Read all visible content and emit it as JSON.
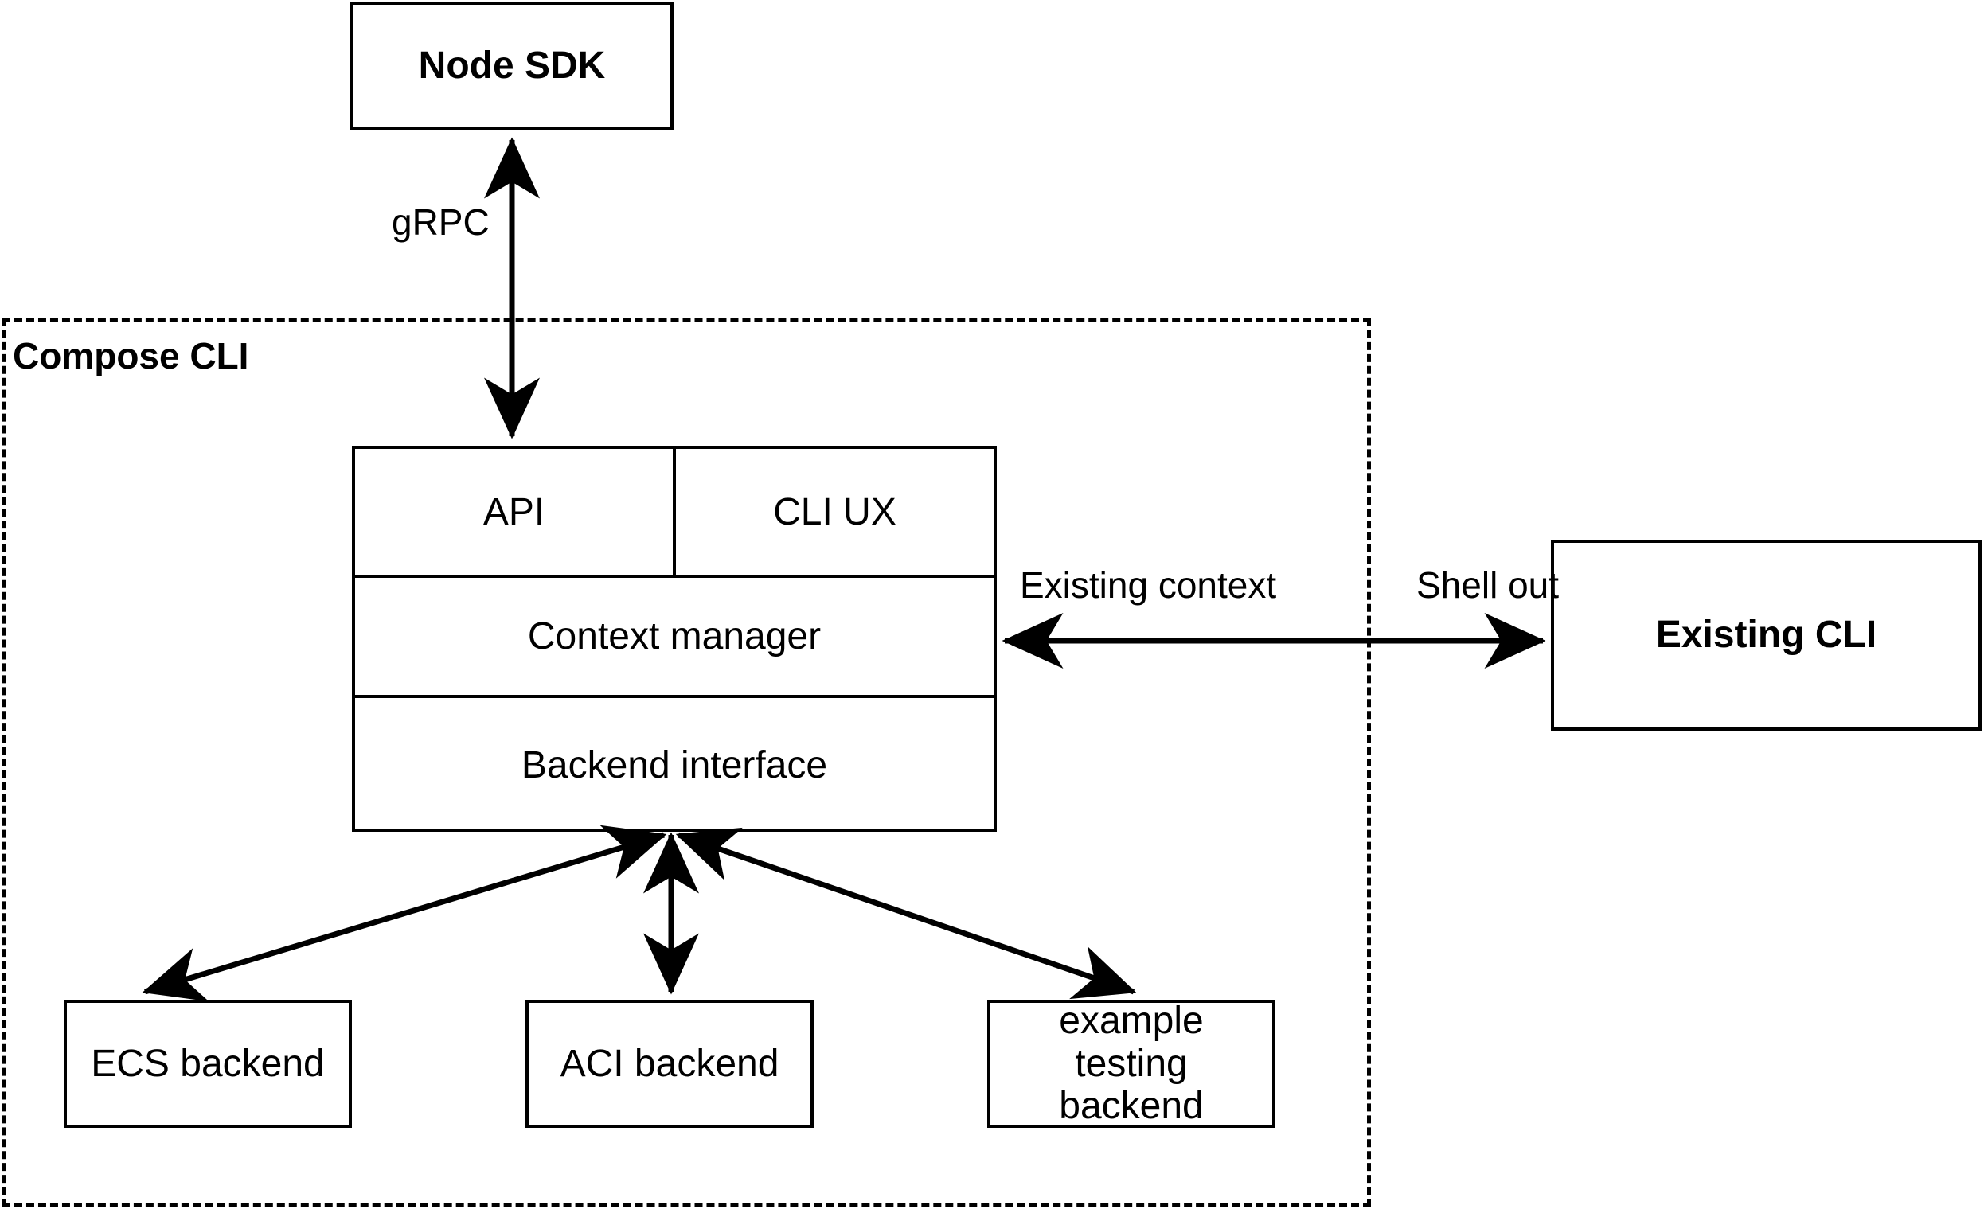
{
  "diagram": {
    "title_visible": false,
    "background": "#ffffff",
    "stroke_color": "#000000"
  },
  "nodes": {
    "node_sdk": {
      "label": "Node SDK"
    },
    "existing_cli": {
      "label": "Existing CLI"
    },
    "ecs_backend": {
      "label": "ECS backend"
    },
    "aci_backend": {
      "label": "ACI backend"
    },
    "example_testing_backend": {
      "label": "example testing backend"
    }
  },
  "group": {
    "compose_cli": {
      "label": "Compose CLI"
    }
  },
  "compose_stack": {
    "rows": [
      {
        "cells": [
          {
            "label": "API"
          },
          {
            "label": "CLI UX"
          }
        ]
      },
      {
        "cells": [
          {
            "label": "Context manager"
          }
        ]
      },
      {
        "cells": [
          {
            "label": "Backend interface"
          }
        ]
      }
    ]
  },
  "edges": {
    "grpc": {
      "label": "gRPC",
      "style": "double-arrow"
    },
    "existing_context": {
      "label": "Existing context",
      "style": "arrow-left"
    },
    "shell_out": {
      "label": "Shell out",
      "style": "arrow-right"
    },
    "to_ecs": {
      "label": "",
      "style": "double-arrow"
    },
    "to_aci": {
      "label": "",
      "style": "double-arrow"
    },
    "to_example": {
      "label": "",
      "style": "double-arrow"
    }
  }
}
